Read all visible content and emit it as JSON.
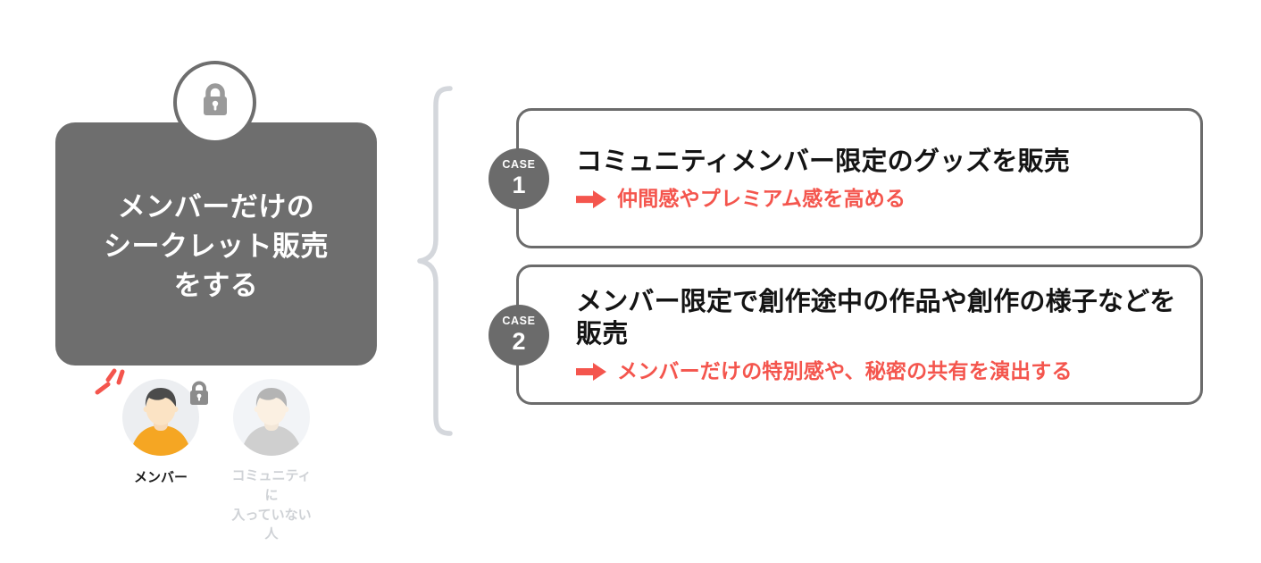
{
  "theme": {
    "panel_gray": "#6e6e6e",
    "card_border_gray": "#6b6b6b",
    "badge_gray": "#6b6b6b",
    "brace_gray": "#d4d7dc",
    "accent_red": "#f4554d",
    "member_shirt_orange": "#f5a623",
    "heading_black": "#141414",
    "muted_label_gray": "#cfd2d6",
    "background": "#ffffff"
  },
  "concept": {
    "lock_icon": "lock-icon",
    "title": "メンバーだけの\nシークレット販売\nをする"
  },
  "avatars": [
    {
      "id": "member",
      "icon": "member-avatar-icon",
      "badge_icon": "lock-badge-icon",
      "effect_icon": "speed-lines-icon",
      "caption": "メンバー"
    },
    {
      "id": "outsider",
      "icon": "outsider-avatar-icon",
      "caption": "コミュニティに\n入っていない人"
    }
  ],
  "connector": {
    "icon": "curly-brace-icon"
  },
  "cases": [
    {
      "badge_word": "CASE",
      "badge_number": "1",
      "heading": "コミュニティメンバー限定のグッズを販売",
      "arrow_icon": "right-arrow-icon",
      "sub_text": "仲間感やプレミアム感を高める"
    },
    {
      "badge_word": "CASE",
      "badge_number": "2",
      "heading": "メンバー限定で創作途中の作品や創作の様子などを販売",
      "arrow_icon": "right-arrow-icon",
      "sub_text": "メンバーだけの特別感や、秘密の共有を演出する"
    }
  ]
}
